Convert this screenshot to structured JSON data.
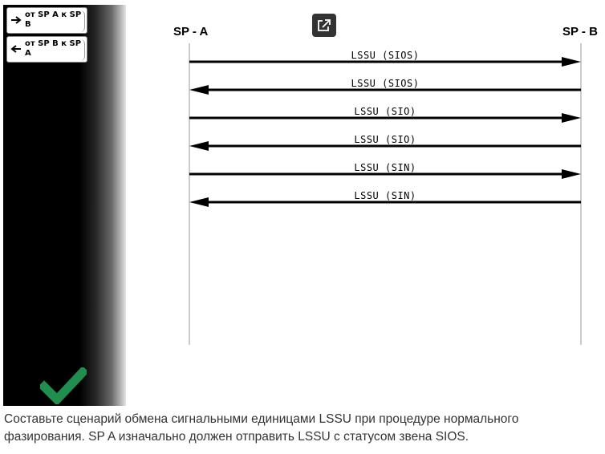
{
  "sidebar": {
    "buttons": [
      {
        "label": "от SP A к SP B",
        "icon": "arrow-right-icon"
      },
      {
        "label": "от SP B к SP A",
        "icon": "arrow-left-icon"
      }
    ],
    "status_icon": "checkmark-icon",
    "status_color": "#1e8f4e"
  },
  "toolbar": {
    "open_icon": "open-external-icon"
  },
  "diagram": {
    "party_a": "SP - A",
    "party_b": "SP - B",
    "messages": [
      {
        "label": "LSSU (SIOS)",
        "direction": "A_to_B"
      },
      {
        "label": "LSSU (SIOS)",
        "direction": "B_to_A"
      },
      {
        "label": "LSSU (SIO)",
        "direction": "A_to_B"
      },
      {
        "label": "LSSU (SIO)",
        "direction": "B_to_A"
      },
      {
        "label": "LSSU (SIN)",
        "direction": "A_to_B"
      },
      {
        "label": "LSSU (SIN)",
        "direction": "B_to_A"
      }
    ]
  },
  "instructions": "Составьте сценарий обмена сигнальными единицами LSSU при процедуре нормального фазирования. SP A изначально должен отправить LSSU с статусом звена SIOS."
}
